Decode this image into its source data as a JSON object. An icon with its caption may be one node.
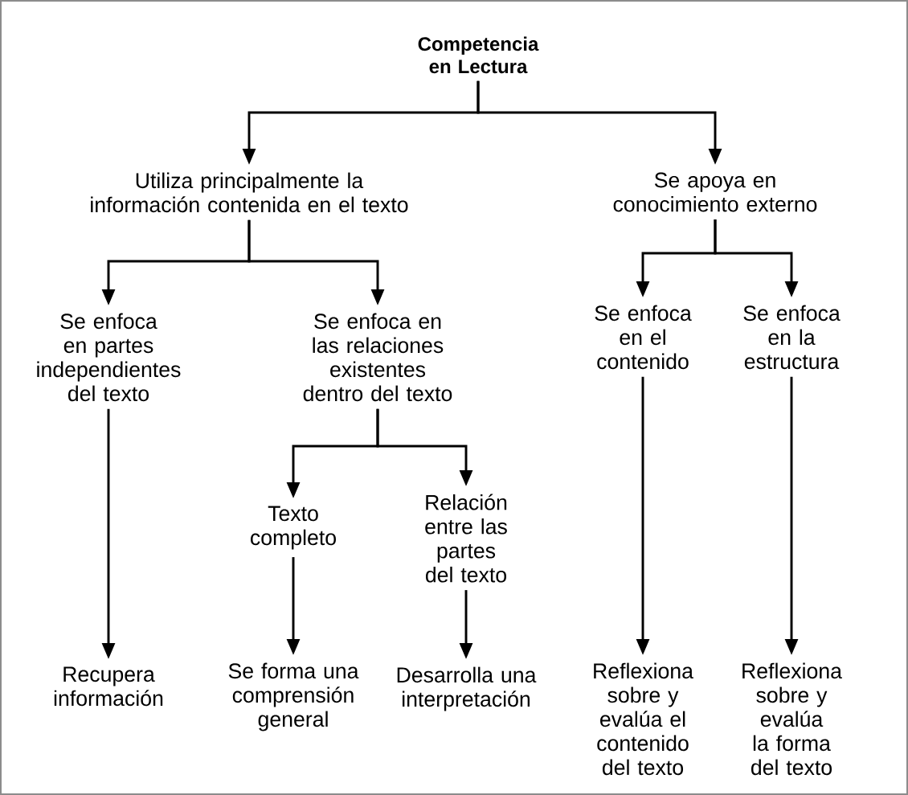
{
  "diagram": {
    "nodes": [
      {
        "text": [
          "Competencia en Lectura"
        ]
      },
      {
        "text": [
          "Utiliza principalmente la información contenida en el texto"
        ]
      },
      {
        "text": [
          "Se apoya en conocimiento externo"
        ]
      },
      {
        "text": [
          "Se enfoca en partes independientes del texto"
        ]
      },
      {
        "text": [
          "Se enfoca en las relaciones existentes dentro del texto"
        ]
      },
      {
        "text": [
          "Se enfoca en el contenido"
        ]
      },
      {
        "text": [
          "Se enfoca en la estructura"
        ]
      },
      {
        "text": [
          "Texto completo"
        ]
      },
      {
        "text": [
          "Relación entre las partes del texto"
        ]
      },
      {
        "text": [
          "Recupera información"
        ]
      },
      {
        "text": [
          "Se forma una comprensión general"
        ]
      },
      {
        "text": [
          "Desarrolla una interpretación"
        ]
      },
      {
        "text": [
          "Reflexiona sobre y evalúa el contenido del texto"
        ]
      },
      {
        "text": [
          "Reflexiona sobre y evalúa la forma del texto"
        ]
      }
    ],
    "edges": [
      {
        "from": 0,
        "to": 1,
        "arrow": "to"
      },
      {
        "from": 0,
        "to": 2,
        "arrow": "to"
      },
      {
        "from": 1,
        "to": 3,
        "arrow": "to"
      },
      {
        "from": 1,
        "to": 4,
        "arrow": "to"
      },
      {
        "from": 2,
        "to": 5,
        "arrow": "to"
      },
      {
        "from": 2,
        "to": 6,
        "arrow": "to"
      },
      {
        "from": 4,
        "to": 7,
        "arrow": "to"
      },
      {
        "from": 4,
        "to": 8,
        "arrow": "to"
      },
      {
        "from": 3,
        "to": 9,
        "arrow": "to"
      },
      {
        "from": 7,
        "to": 10,
        "arrow": "to"
      },
      {
        "from": 8,
        "to": 11,
        "arrow": "to"
      },
      {
        "from": 5,
        "to": 12,
        "arrow": "to"
      },
      {
        "from": 6,
        "to": 13,
        "arrow": "to"
      }
    ]
  }
}
